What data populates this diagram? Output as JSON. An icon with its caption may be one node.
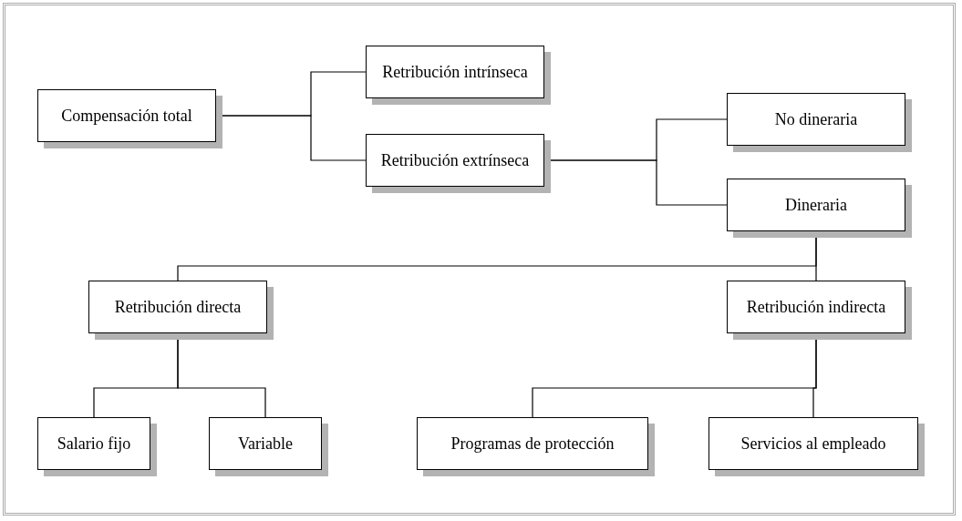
{
  "diagram": {
    "nodes": [
      {
        "text": [
          "Compensación total"
        ]
      },
      {
        "text": [
          "Retribución intrínseca"
        ]
      },
      {
        "text": [
          "Retribución extrínseca"
        ]
      },
      {
        "text": [
          "No dineraria"
        ]
      },
      {
        "text": [
          "Dineraria"
        ]
      },
      {
        "text": [
          "Retribución directa"
        ]
      },
      {
        "text": [
          "Retribución indirecta"
        ]
      },
      {
        "text": [
          "Salario fijo"
        ]
      },
      {
        "text": [
          "Variable"
        ]
      },
      {
        "text": [
          "Programas de protección"
        ]
      },
      {
        "text": [
          "Servicios al empleado"
        ]
      }
    ],
    "edges": [
      {
        "from": 0,
        "to": 1,
        "arrow": "none"
      },
      {
        "from": 0,
        "to": 2,
        "arrow": "none"
      },
      {
        "from": 2,
        "to": 3,
        "arrow": "none"
      },
      {
        "from": 2,
        "to": 4,
        "arrow": "none"
      },
      {
        "from": 4,
        "to": 5,
        "arrow": "none"
      },
      {
        "from": 4,
        "to": 6,
        "arrow": "none"
      },
      {
        "from": 5,
        "to": 7,
        "arrow": "none"
      },
      {
        "from": 5,
        "to": 8,
        "arrow": "none"
      },
      {
        "from": 6,
        "to": 9,
        "arrow": "none"
      },
      {
        "from": 6,
        "to": 10,
        "arrow": "none"
      }
    ]
  }
}
